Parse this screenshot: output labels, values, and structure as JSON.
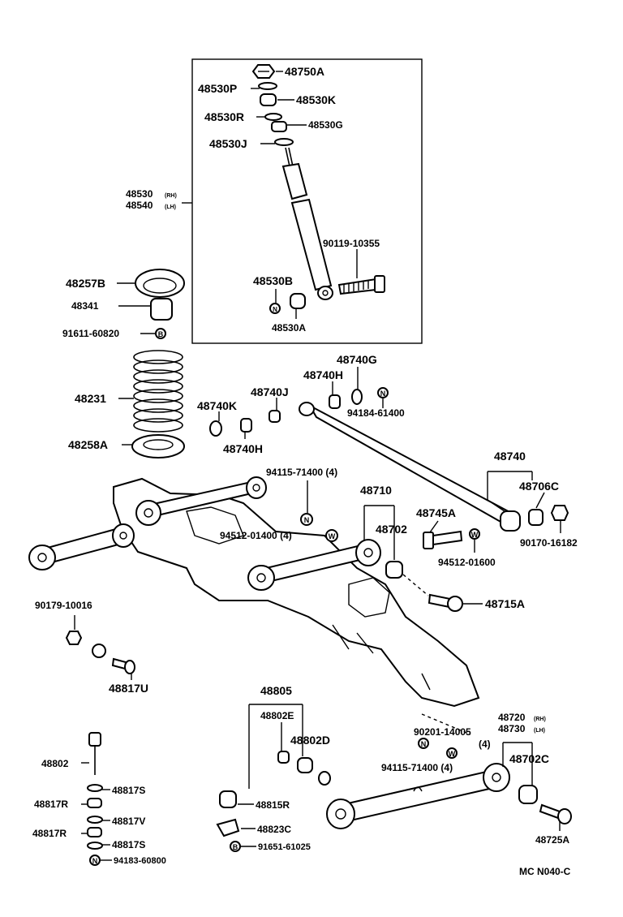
{
  "labels": {
    "p48750A": "48750A",
    "p48530P": "48530P",
    "p48530K": "48530K",
    "p48530R": "48530R",
    "p48530G": "48530G",
    "p48530J": "48530J",
    "p48530": "48530",
    "p48530_rh": "(RH)",
    "p48540": "48540",
    "p48540_lh": "(LH)",
    "p90119": "90119-10355",
    "p48530B": "48530B",
    "p48530A": "48530A",
    "p48257B": "48257B",
    "p48341": "48341",
    "p91611": "91611-60820",
    "p48231": "48231",
    "p48258A": "48258A",
    "p48740G": "48740G",
    "p48740H_a": "48740H",
    "p48740J": "48740J",
    "p48740K": "48740K",
    "p48740H_b": "48740H",
    "p94184": "94184-61400",
    "p48740": "48740",
    "p48706C": "48706C",
    "p90170": "90170-16182",
    "p94115_a": "94115-71400 (4)",
    "p48710": "48710",
    "p48702_a": "48702",
    "p48745A": "48745A",
    "p94512_a": "94512-01400 (4)",
    "p94512_b": "94512-01600",
    "p48715A": "48715A",
    "p90179": "90179-10016",
    "p48817U": "48817U",
    "p48805": "48805",
    "p48802E": "48802E",
    "p48802D": "48802D",
    "p48802": "48802",
    "p48817S_a": "48817S",
    "p48817R_a": "48817R",
    "p48817V": "48817V",
    "p48817R_b": "48817R",
    "p48817S_b": "48817S",
    "p94183": "94183-60800",
    "p48815R": "48815R",
    "p48823C": "48823C",
    "p91651": "91651-61025",
    "p90201": "90201-14005",
    "p90201_qty": "(4)",
    "p94115_b": "94115-71400 (4)",
    "p48720": "48720",
    "p48720_rh": "(RH)",
    "p48730": "48730",
    "p48730_lh": "(LH)",
    "p48702C": "48702C",
    "p48725A": "48725A",
    "code": "MC N040-C"
  },
  "icons": {
    "nut_marker": "N",
    "washer_marker": "W",
    "bolt_marker": "B"
  }
}
